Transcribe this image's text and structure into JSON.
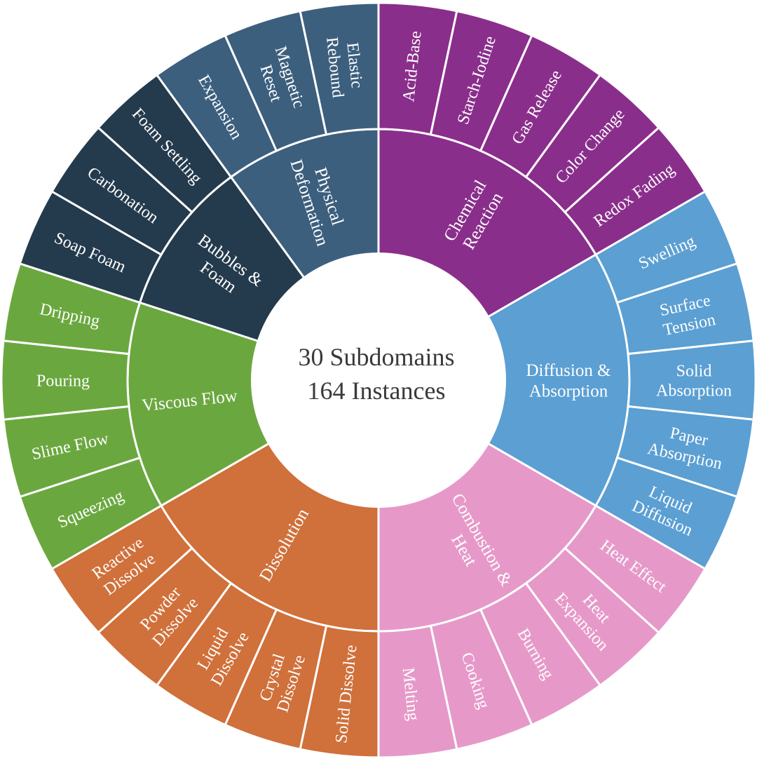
{
  "chart_data": {
    "type": "sunburst",
    "center": {
      "line1": "30 Subdomains",
      "line2": "164 Instances"
    },
    "domains": [
      {
        "name": "Chemical\nReaction",
        "color": "#8a2e8c",
        "subdomains": [
          "Acid-Base",
          "Starch-Iodine",
          "Gas Release",
          "Color Change",
          "Redox Fading"
        ]
      },
      {
        "name": "Diffusion &\nAbsorption",
        "color": "#5b9fd3",
        "subdomains": [
          "Swelling",
          "Surface\nTension",
          "Solid\nAbsorption",
          "Paper\nAbsorption",
          "Liquid\nDiffusion"
        ]
      },
      {
        "name": "Combustion &\nHeat",
        "color": "#e699c9",
        "subdomains": [
          "Heat Effect",
          "Heat\nExpansion",
          "Burning",
          "Cooking",
          "Melting"
        ]
      },
      {
        "name": "Dissolution",
        "color": "#d0703a",
        "subdomains": [
          "Solid Dissolve",
          "Crystal\nDissolve",
          "Liquid\nDissolve",
          "Powder\nDissolve",
          "Reactive\nDissolve"
        ]
      },
      {
        "name": "Viscous Flow",
        "color": "#6aa83f",
        "subdomains": [
          "Squeezing",
          "Slime Flow",
          "Pouring",
          "Dripping"
        ]
      },
      {
        "name": "Bubbles &\nFoam",
        "color": "#243a4d",
        "subdomains": [
          "Soap Foam",
          "Carbonation",
          "Foam Settling"
        ]
      },
      {
        "name": "Physical\nDeformation",
        "color": "#3c5f7e",
        "subdomains": [
          "Expansion",
          "Magnetic\nReset",
          "Elastic\nRebound"
        ]
      }
    ]
  }
}
